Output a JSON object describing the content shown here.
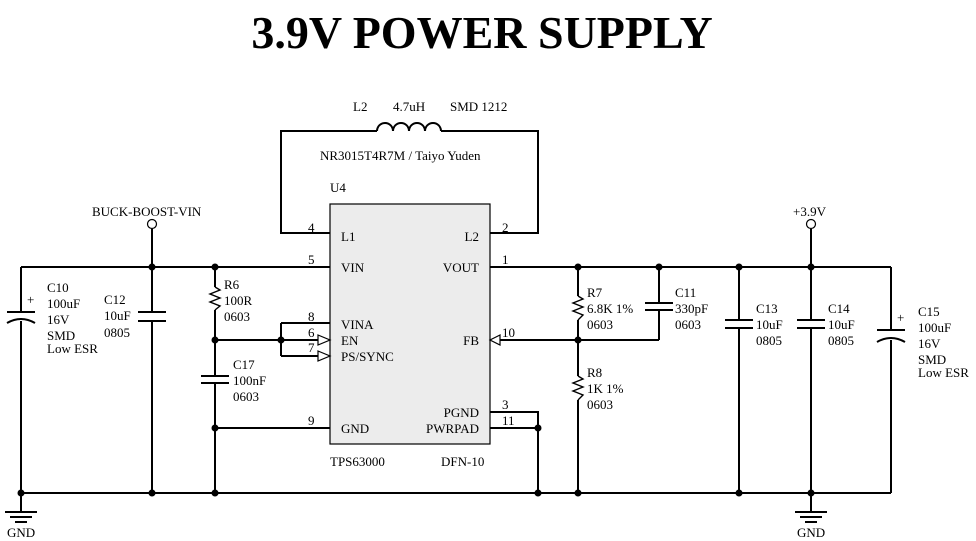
{
  "title": "3.9V POWER SUPPLY",
  "inductor": {
    "ref": "L2",
    "value": "4.7uH",
    "package": "SMD 1212",
    "part": "NR3015T4R7M / Taiyo Yuden"
  },
  "ic": {
    "ref": "U4",
    "part": "TPS63000",
    "package": "DFN-10",
    "pins": {
      "l1": {
        "name": "L1",
        "num": "4"
      },
      "l2": {
        "name": "L2",
        "num": "2"
      },
      "vin": {
        "name": "VIN",
        "num": "5"
      },
      "vout": {
        "name": "VOUT",
        "num": "1"
      },
      "vina": {
        "name": "VINA",
        "num": "8"
      },
      "en": {
        "name": "EN",
        "num": "6"
      },
      "pssync": {
        "name": "PS/SYNC",
        "num": "7"
      },
      "fb": {
        "name": "FB",
        "num": "10"
      },
      "gnd": {
        "name": "GND",
        "num": "9"
      },
      "pgnd": {
        "name": "PGND",
        "num": "3"
      },
      "pwrpad": {
        "name": "PWRPAD",
        "num": "11"
      }
    }
  },
  "nets": {
    "vin": "BUCK-BOOST-VIN",
    "vout": "+3.9V",
    "gnd_left": "GND",
    "gnd_right": "GND"
  },
  "components": {
    "c10": {
      "ref": "C10",
      "value": "100uF",
      "rating": "16V",
      "pkg": "SMD",
      "note": "Low ESR"
    },
    "c12": {
      "ref": "C12",
      "value": "10uF",
      "pkg": "0805"
    },
    "r6": {
      "ref": "R6",
      "value": "100R",
      "pkg": "0603"
    },
    "c17": {
      "ref": "C17",
      "value": "100nF",
      "pkg": "0603"
    },
    "r7": {
      "ref": "R7",
      "value": "6.8K 1%",
      "pkg": "0603"
    },
    "r8": {
      "ref": "R8",
      "value": "1K 1%",
      "pkg": "0603"
    },
    "c11": {
      "ref": "C11",
      "value": "330pF",
      "pkg": "0603"
    },
    "c13": {
      "ref": "C13",
      "value": "10uF",
      "pkg": "0805"
    },
    "c14": {
      "ref": "C14",
      "value": "10uF",
      "pkg": "0805"
    },
    "c15": {
      "ref": "C15",
      "value": "100uF",
      "rating": "16V",
      "pkg": "SMD",
      "note": "Low ESR"
    }
  },
  "polarity": "+"
}
